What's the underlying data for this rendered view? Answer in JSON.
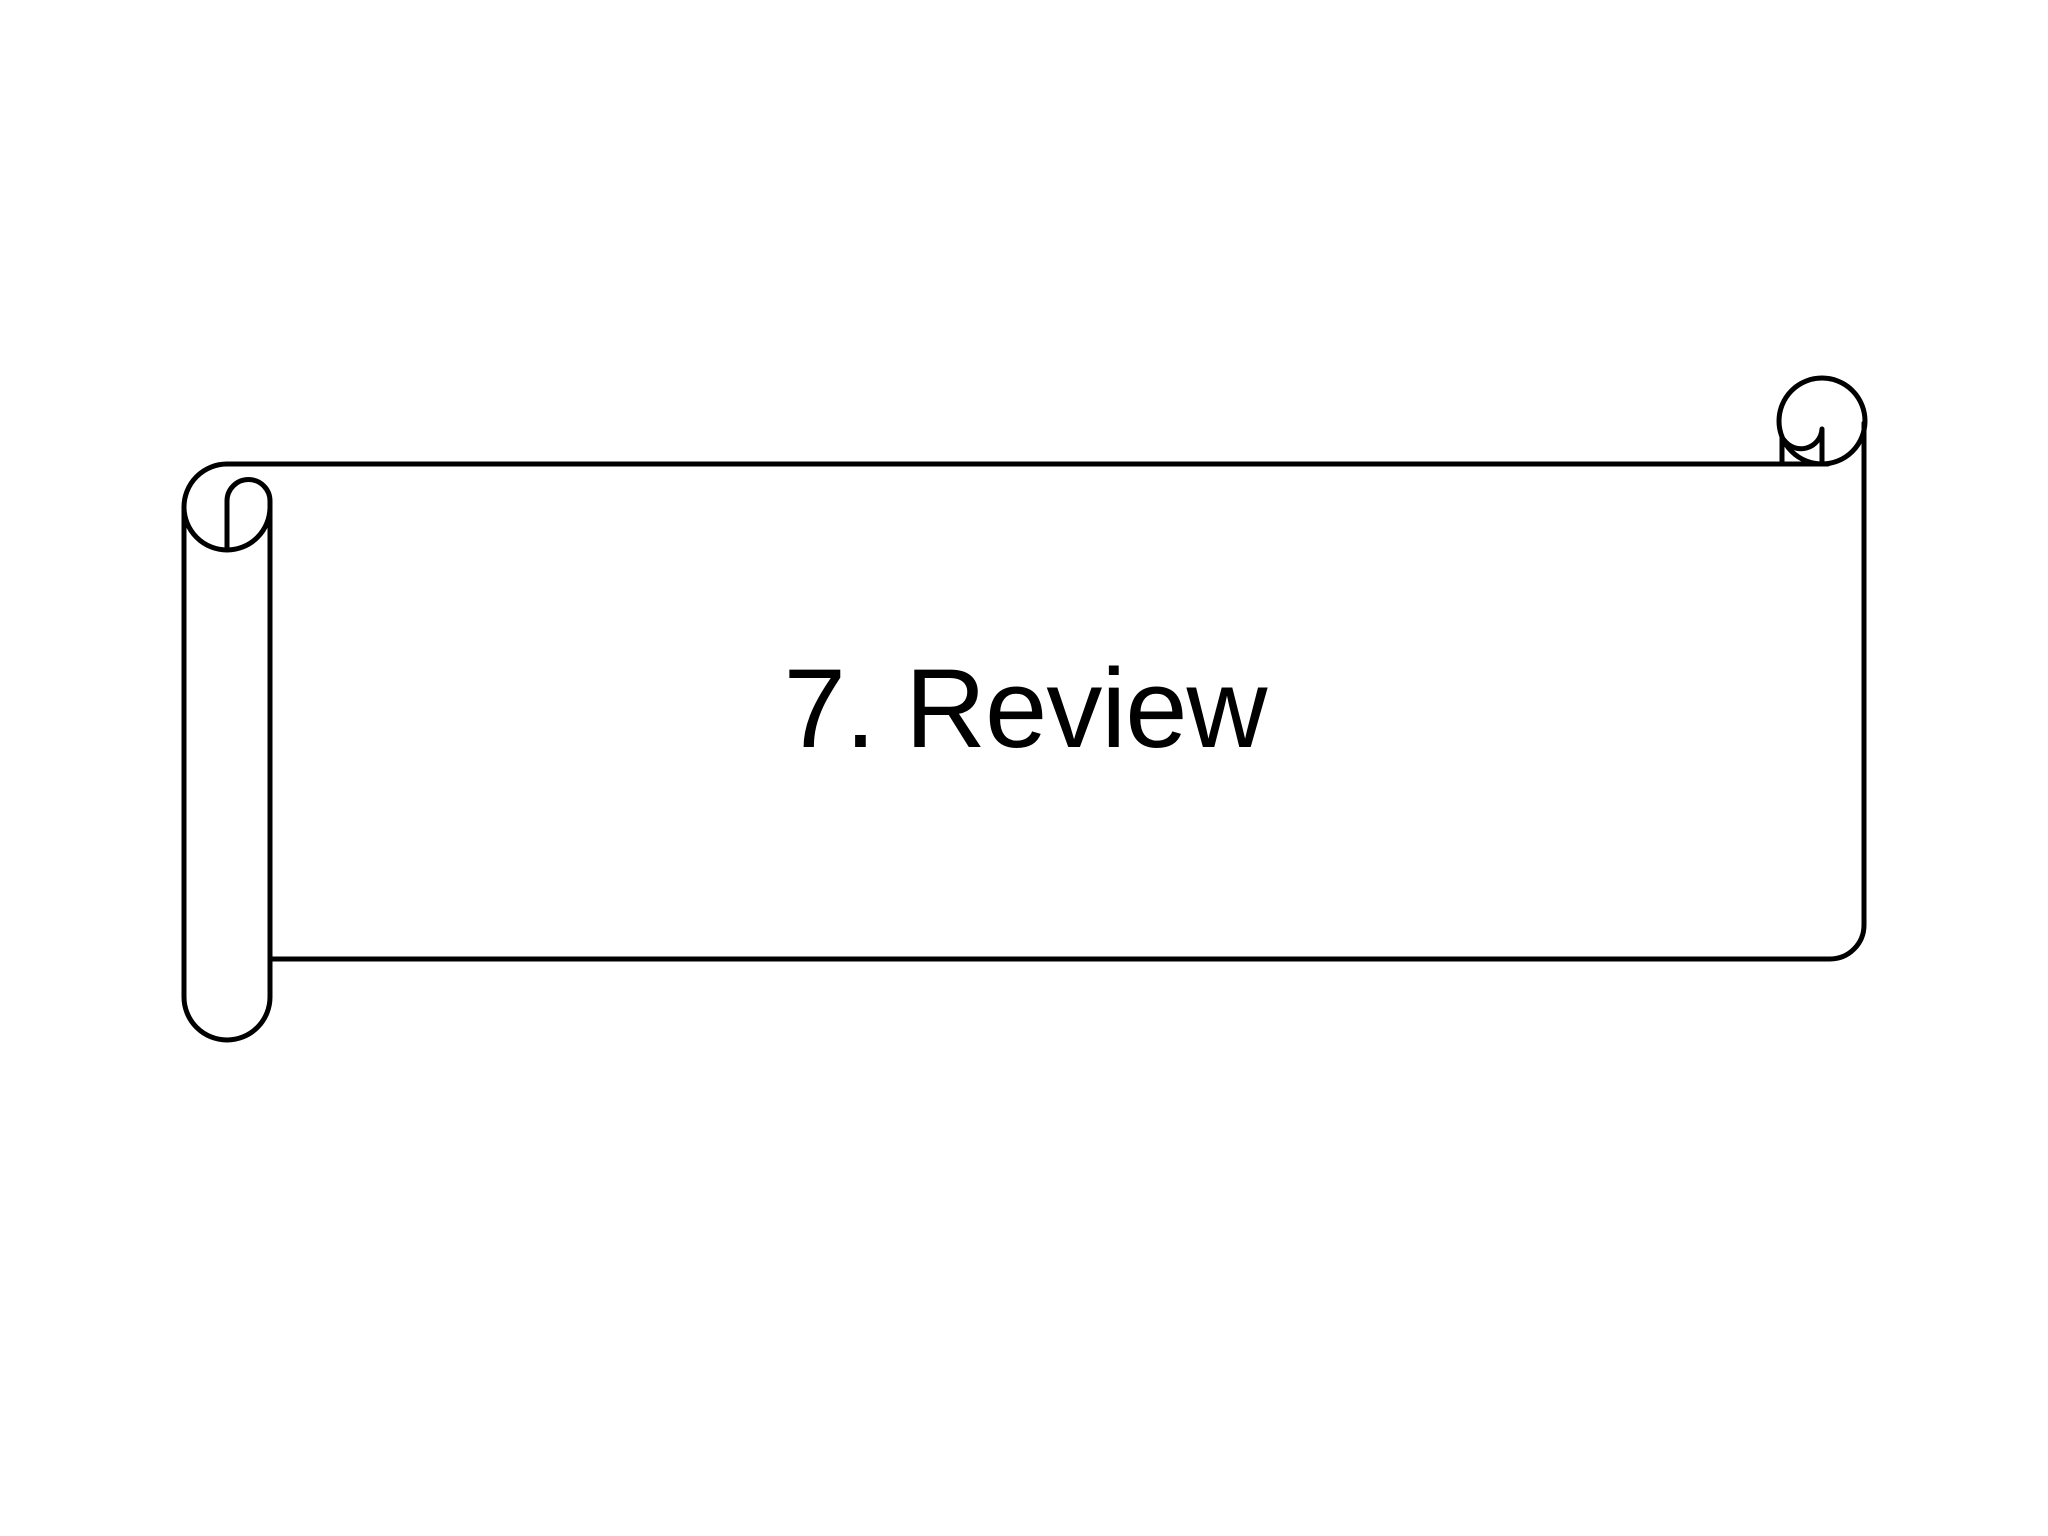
{
  "slide": {
    "title": "7. Review",
    "background_color": "#ffffff",
    "text_color": "#000000",
    "shape": {
      "type": "horizontal-scroll-banner",
      "stroke_color": "#000000",
      "fill_color": "#ffffff",
      "stroke_width": "5"
    }
  }
}
